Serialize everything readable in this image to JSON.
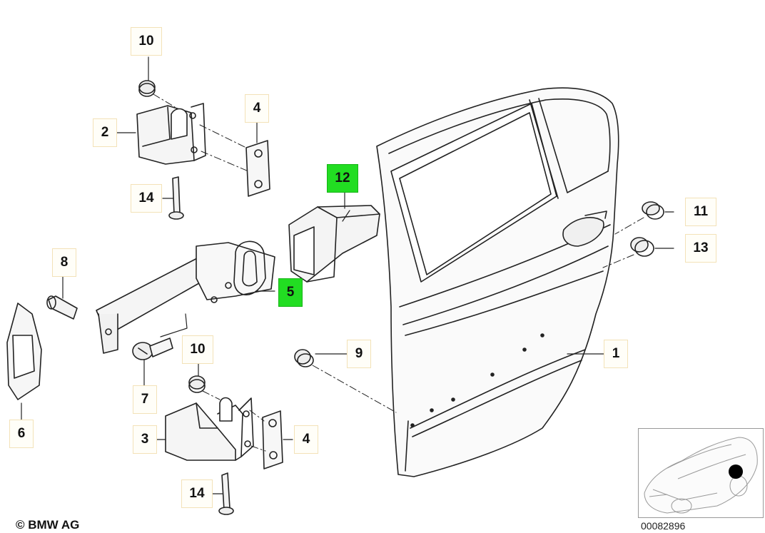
{
  "callouts": [
    {
      "id": "p10a",
      "label": "10",
      "highlight": false
    },
    {
      "id": "p2",
      "label": "2",
      "highlight": false
    },
    {
      "id": "p4a",
      "label": "4",
      "highlight": false
    },
    {
      "id": "p14a",
      "label": "14",
      "highlight": false
    },
    {
      "id": "p12",
      "label": "12",
      "highlight": true
    },
    {
      "id": "p5",
      "label": "5",
      "highlight": true
    },
    {
      "id": "p8",
      "label": "8",
      "highlight": false
    },
    {
      "id": "p11",
      "label": "11",
      "highlight": false
    },
    {
      "id": "p13",
      "label": "13",
      "highlight": false
    },
    {
      "id": "p10b",
      "label": "10",
      "highlight": false
    },
    {
      "id": "p9",
      "label": "9",
      "highlight": false
    },
    {
      "id": "p1",
      "label": "1",
      "highlight": false
    },
    {
      "id": "p7",
      "label": "7",
      "highlight": false
    },
    {
      "id": "p6",
      "label": "6",
      "highlight": false
    },
    {
      "id": "p3",
      "label": "3",
      "highlight": false
    },
    {
      "id": "p4b",
      "label": "4",
      "highlight": false
    },
    {
      "id": "p14b",
      "label": "14",
      "highlight": false
    }
  ],
  "footer": {
    "copyright": "© BMW AG",
    "document_number": "00082896"
  },
  "colors": {
    "highlight": "#22dd22",
    "line": "#222222",
    "callout_border": "#f3e2b8"
  }
}
